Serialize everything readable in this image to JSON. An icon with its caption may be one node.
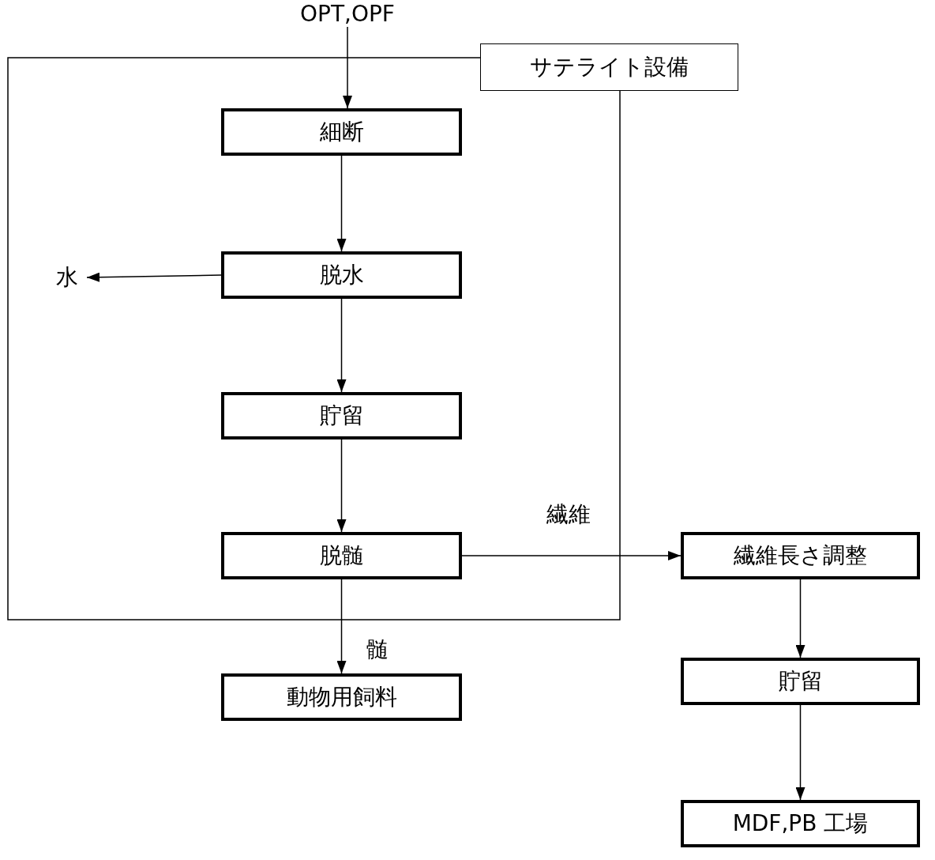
{
  "diagram": {
    "nodes": [
      {
        "text": [
          "サテライト設備"
        ]
      },
      {
        "text": [
          "OPT,OPF"
        ]
      },
      {
        "text": [
          "細断"
        ],
        "in": 0
      },
      {
        "text": [
          "水"
        ],
        "in": 0
      },
      {
        "text": [
          "脱水"
        ],
        "in": 0
      },
      {
        "text": [
          "貯留"
        ],
        "in": 0
      },
      {
        "text": [
          "脱髄"
        ],
        "in": 0
      },
      {
        "text": [
          "繊維長さ調整"
        ]
      },
      {
        "text": [
          "動物用飼料"
        ]
      },
      {
        "text": [
          "貯留"
        ]
      },
      {
        "text": [
          "MDF,PB 工場"
        ]
      }
    ],
    "edges": [
      {
        "from": 1,
        "to": 2,
        "arrow": "to"
      },
      {
        "from": 2,
        "to": 4,
        "arrow": "to"
      },
      {
        "from": 4,
        "to": 3,
        "arrow": "to"
      },
      {
        "from": 4,
        "to": 5,
        "arrow": "to"
      },
      {
        "from": 5,
        "to": 6,
        "arrow": "to"
      },
      {
        "from": 6,
        "to": 7,
        "arrow": "to",
        "label": "繊維"
      },
      {
        "from": 6,
        "to": 8,
        "arrow": "to",
        "label": "髄"
      },
      {
        "from": 7,
        "to": 9,
        "arrow": "to"
      },
      {
        "from": 9,
        "to": 10,
        "arrow": "to"
      }
    ]
  }
}
